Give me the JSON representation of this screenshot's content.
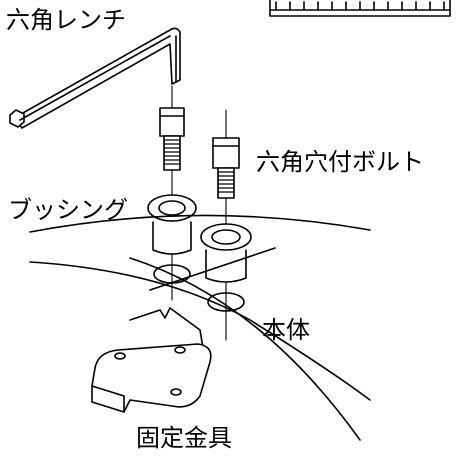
{
  "labels": {
    "hex_wrench": "六角レンチ",
    "socket_bolt": "六角穴付ボルト",
    "bushing": "ブッシング",
    "body": "本体",
    "fixture": "固定金具"
  },
  "colors": {
    "line": "#000000",
    "background": "#ffffff"
  }
}
